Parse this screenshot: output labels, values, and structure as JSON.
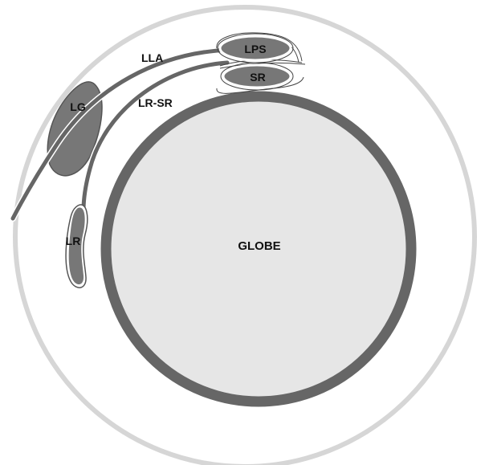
{
  "labels": {
    "lla": "LLA",
    "lps": "LPS",
    "sr": "SR",
    "lg": "LG",
    "lr_sr": "LR-SR",
    "lr": "LR",
    "globe": "GLOBE"
  },
  "colors": {
    "background": "#ffffff",
    "orbit_rim": "#d6d6d6",
    "globe_fill": "#e6e6e6",
    "globe_rim": "#666666",
    "muscle_fill": "#777777",
    "muscle_dark": "#555555",
    "sheath_outline": "#444444",
    "label_text": "#111111"
  }
}
